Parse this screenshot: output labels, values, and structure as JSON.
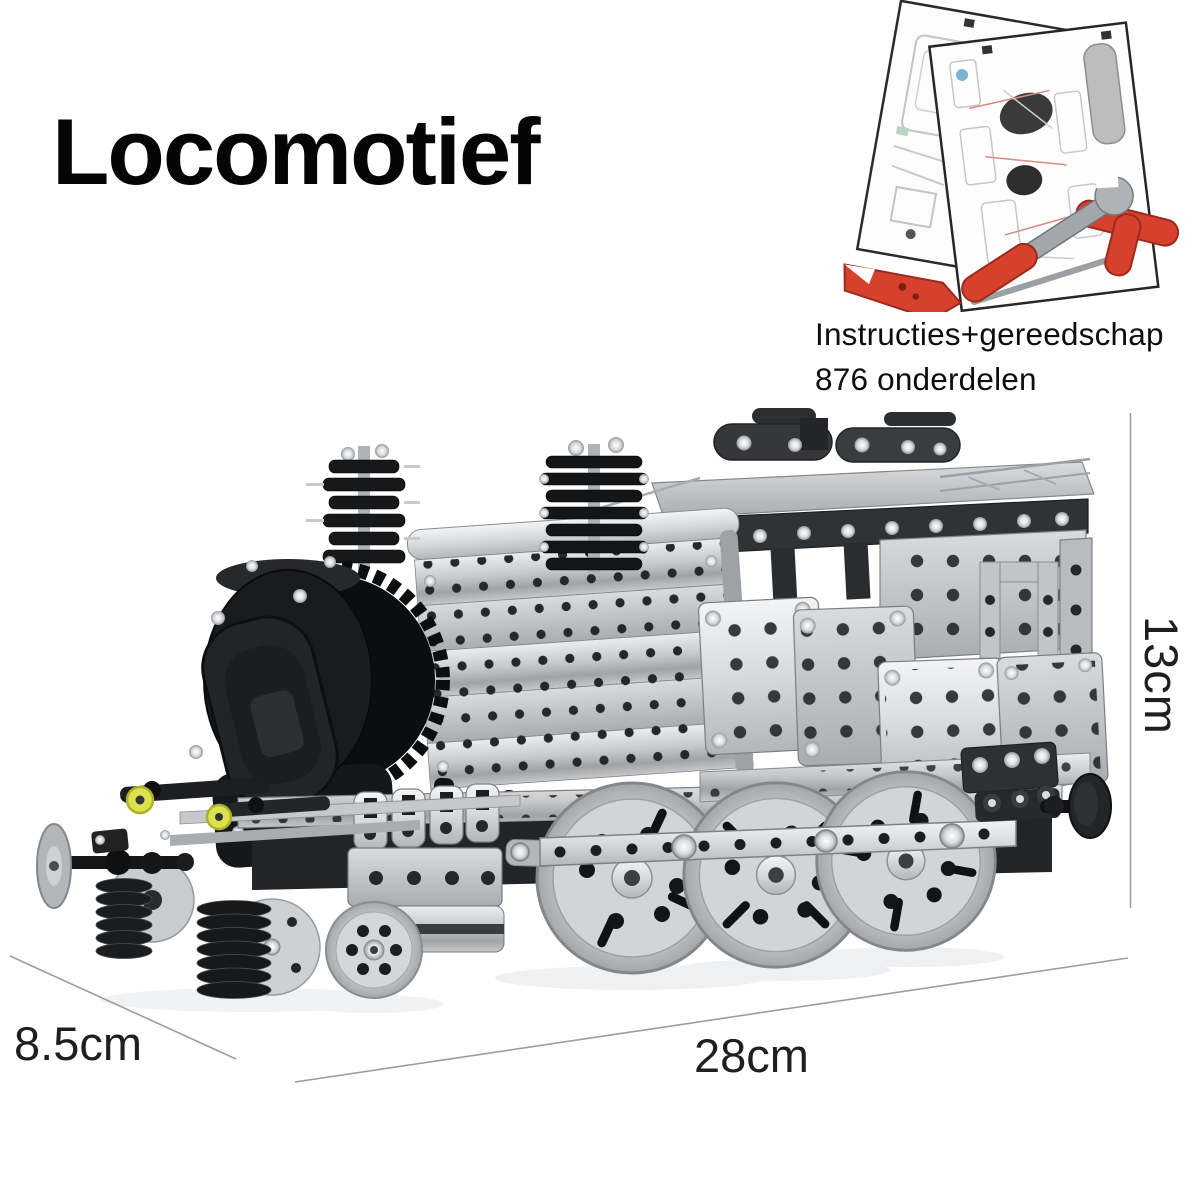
{
  "title": "Locomotief",
  "kit_info": {
    "line1": "Instructies+gereedschap",
    "line2": "876 onderdelen"
  },
  "dimensions": {
    "height": "13cm",
    "length": "28cm",
    "depth": "8.5cm"
  },
  "colors": {
    "background": "#ffffff",
    "text": "#0d0d0d",
    "dimension_line": "#9b9ea1",
    "tool_red": "#d8402e",
    "grommet_lime": "#dce24f",
    "metal_light": "#d6d9dc",
    "metal_mid": "#aeb2b6",
    "metal_dark": "#232427",
    "black_part": "#1a1b1d"
  }
}
